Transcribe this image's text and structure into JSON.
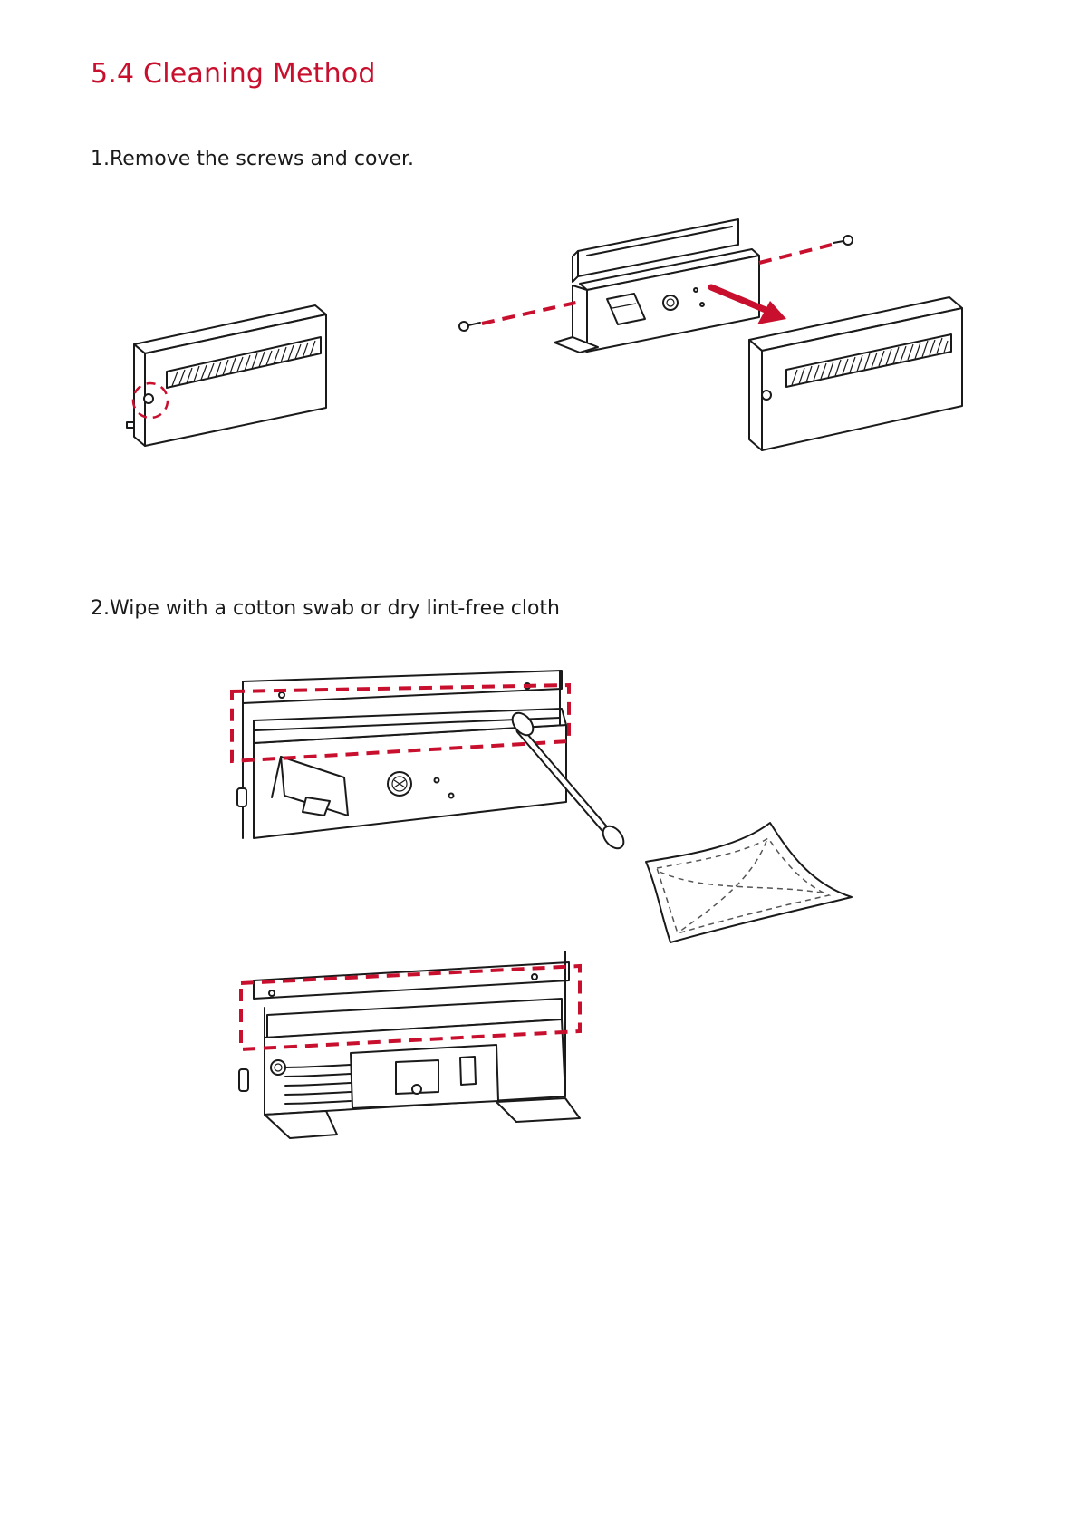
{
  "document": {
    "section_title": "5.4 Cleaning Method",
    "steps": [
      {
        "label": "1.Remove the screws and cover."
      },
      {
        "label": "2.Wipe with a cotton swab or dry lint-free cloth"
      }
    ]
  },
  "colors": {
    "accent": "#c8102e",
    "text": "#1a1a1a",
    "line": "#1a1a1a"
  }
}
